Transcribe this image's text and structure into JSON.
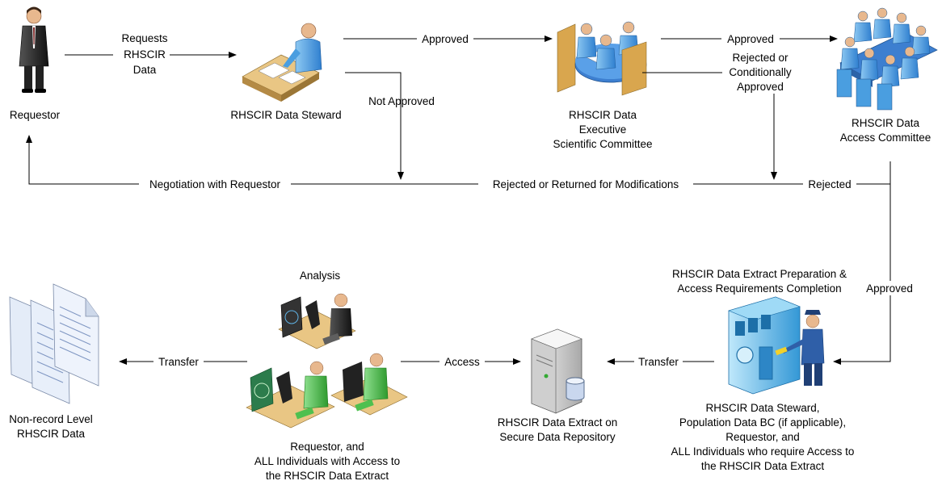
{
  "nodes": {
    "requestor": {
      "lines": [
        "Requestor"
      ]
    },
    "data_steward": {
      "lines": [
        "RHSCIR Data Steward"
      ]
    },
    "executive_committee": {
      "lines": [
        "RHSCIR Data",
        "Executive",
        "Scientific Committee"
      ]
    },
    "access_committee": {
      "lines": [
        "RHSCIR Data",
        "Access Committee"
      ]
    },
    "extract_preparation": {
      "lines": [
        "RHSCIR Data Extract Preparation &",
        "Access Requirements Completion"
      ]
    },
    "preparation_participants": {
      "lines": [
        "RHSCIR Data Steward,",
        "Population Data BC (if applicable),",
        "Requestor, and",
        "ALL Individuals who require Access to",
        "the RHSCIR Data Extract"
      ]
    },
    "secure_repository": {
      "lines": [
        "RHSCIR Data Extract on",
        "Secure Data Repository"
      ]
    },
    "analysis": {
      "lines": [
        "Analysis"
      ]
    },
    "analysis_participants": {
      "lines": [
        "Requestor, and",
        "ALL Individuals with Access to",
        "the RHSCIR Data Extract"
      ]
    },
    "output_data": {
      "lines": [
        "Non-record Level",
        "RHSCIR Data"
      ]
    }
  },
  "edges": {
    "requests": {
      "lines": [
        "Requests",
        "RHSCIR",
        "Data"
      ]
    },
    "approved_to_exec": {
      "lines": [
        "Approved"
      ]
    },
    "approved_to_access": {
      "lines": [
        "Approved"
      ]
    },
    "rejected_or_conditional": {
      "lines": [
        "Rejected or",
        "Conditionally",
        "Approved"
      ]
    },
    "not_approved": {
      "lines": [
        "Not Approved"
      ]
    },
    "rejected": {
      "lines": [
        "Rejected"
      ]
    },
    "rejected_or_returned": {
      "lines": [
        "Rejected or Returned for Modifications"
      ]
    },
    "negotiation": {
      "lines": [
        "Negotiation with Requestor"
      ]
    },
    "approved_to_prep": {
      "lines": [
        "Approved"
      ]
    },
    "transfer_to_repo": {
      "lines": [
        "Transfer"
      ]
    },
    "access": {
      "lines": [
        "Access"
      ]
    },
    "transfer_to_output": {
      "lines": [
        "Transfer"
      ]
    }
  },
  "colors": {
    "person_green": "#4fae4f",
    "person_blue": "#4a9ee0",
    "table_tan": "#e7c07d",
    "table_blue": "#3d7fd0",
    "server_grey": "#d8d8d8",
    "vault_blue": "#5dbbe6"
  }
}
